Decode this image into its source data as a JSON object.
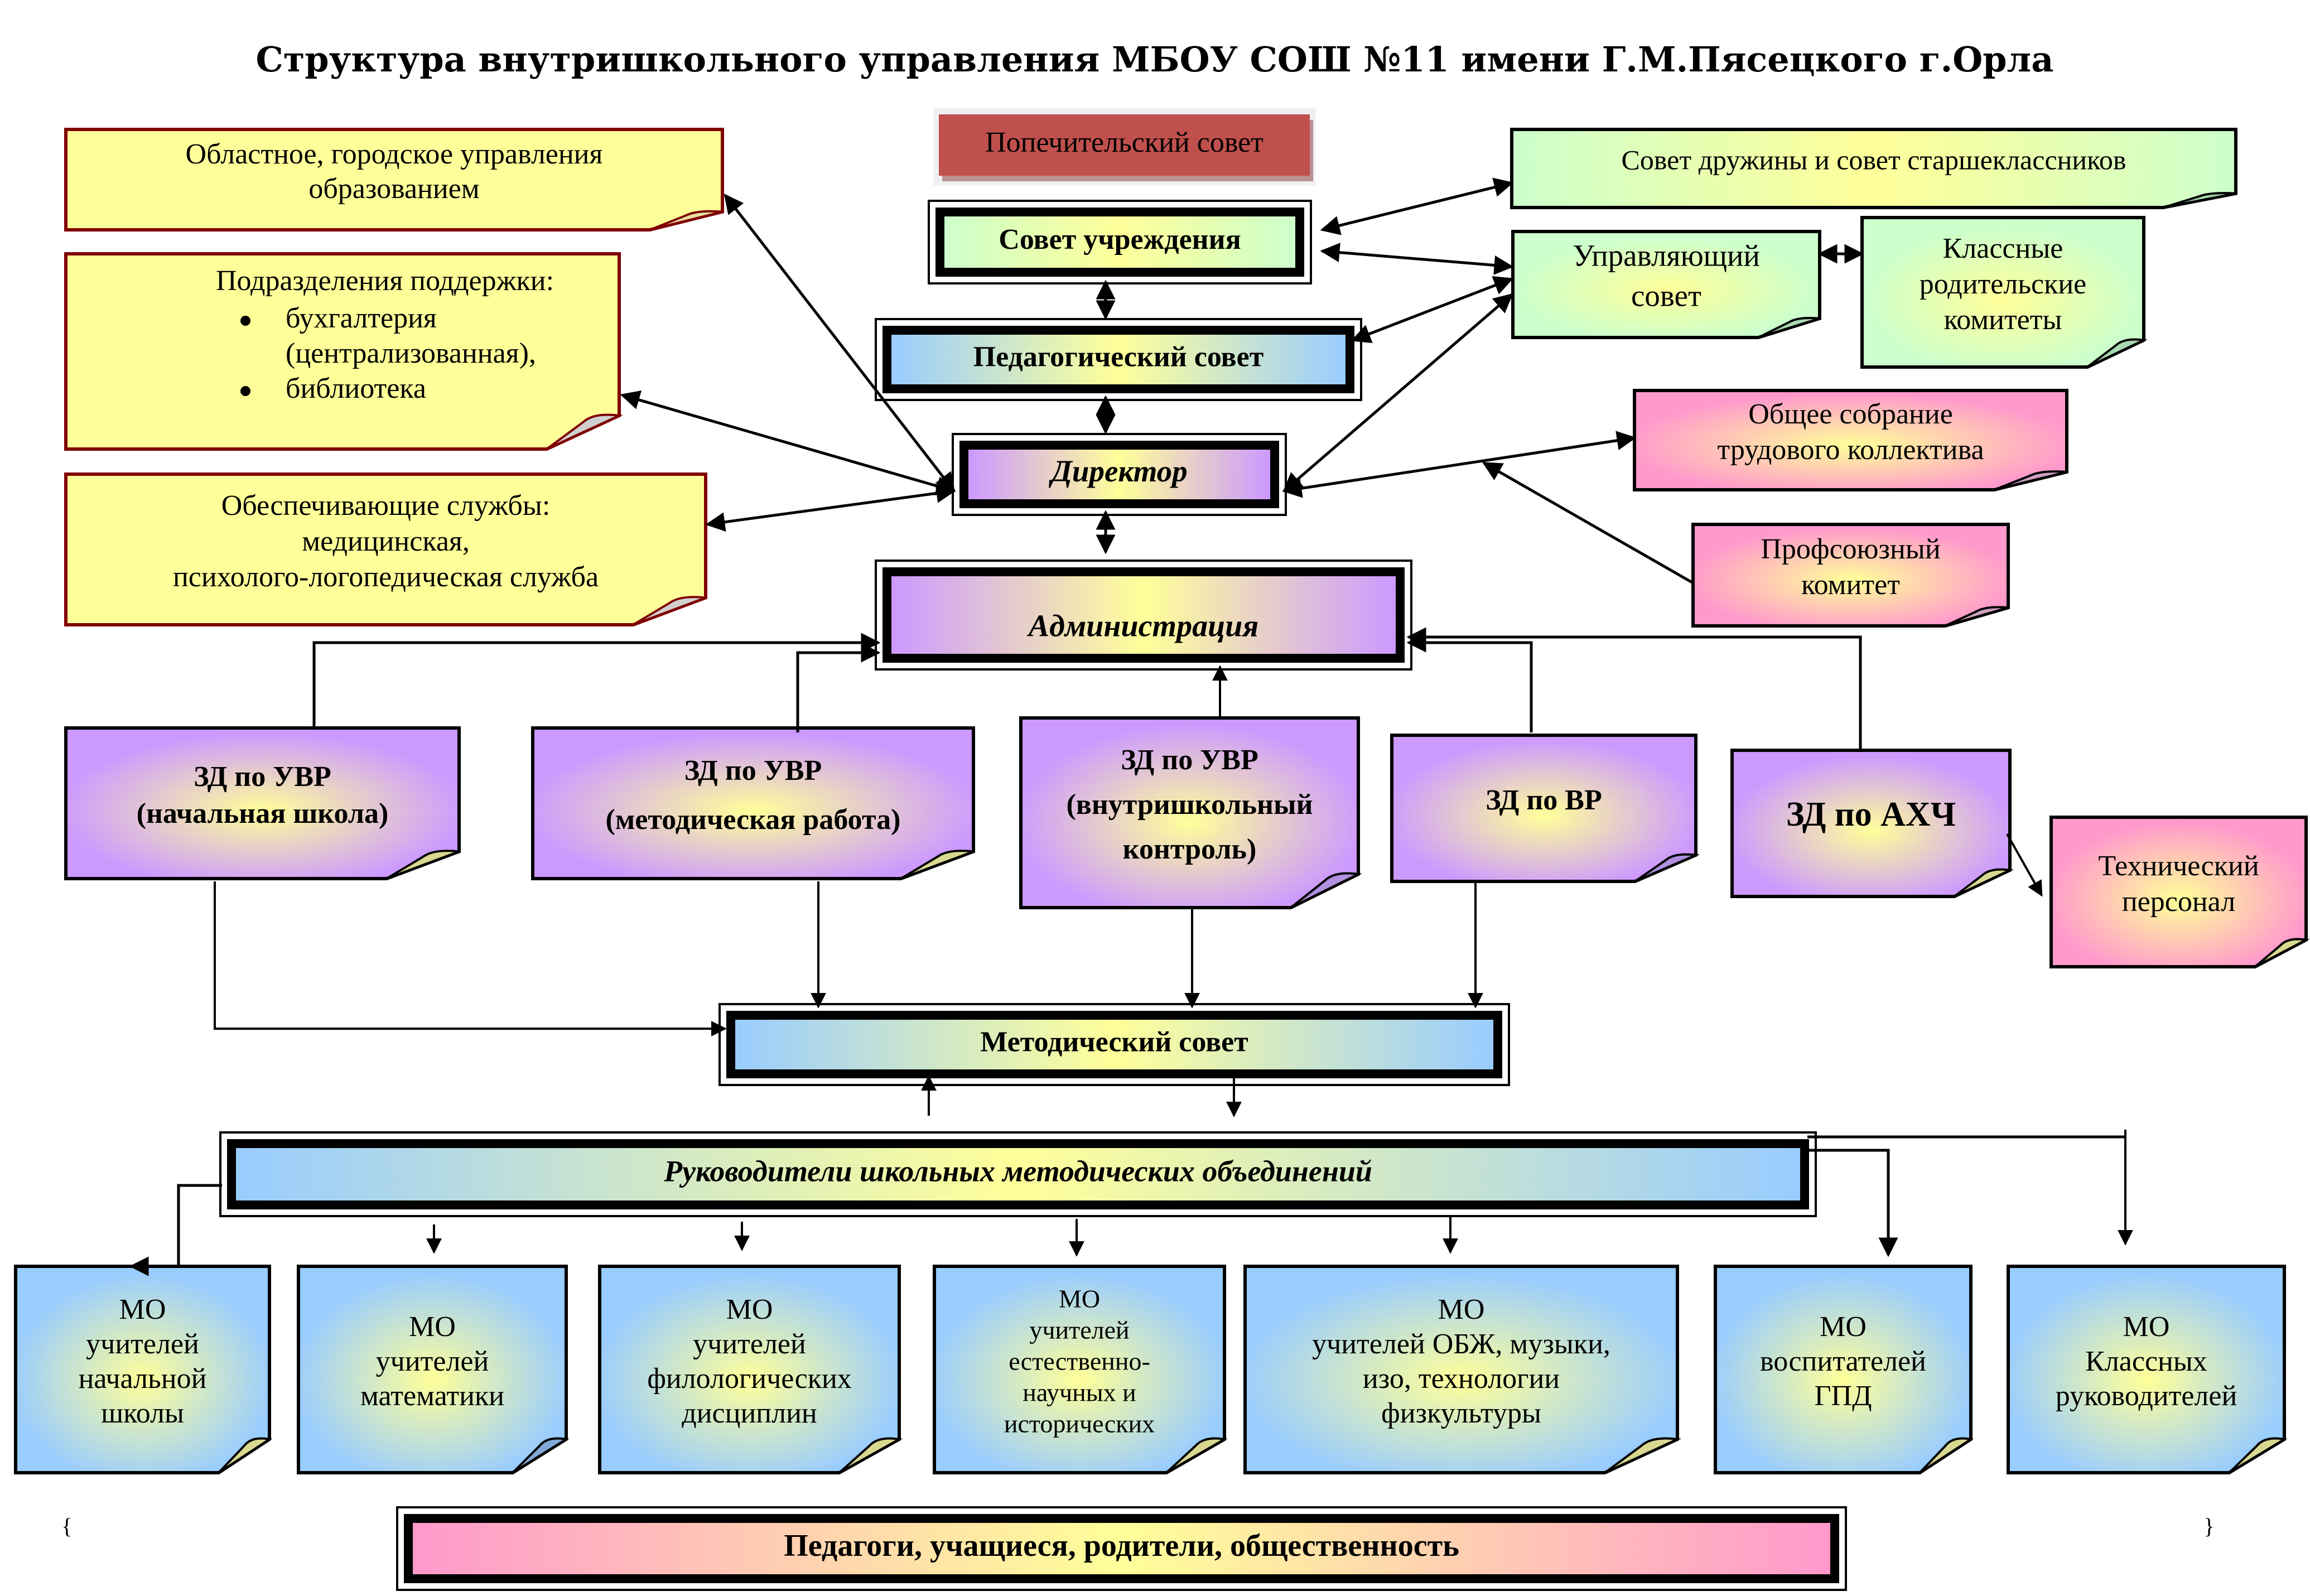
{
  "title": "Структура внутришкольного управления МБОУ СОШ №11 имени Г.М.Пясецкого г.Орла",
  "colors": {
    "yellow_note": "#ffff99",
    "yellow_border": "#7f0000",
    "green_note": "#ccffcc",
    "pink_note": "#ff99cc",
    "purple_note": "#cc99ff",
    "blue_note": "#99ccff",
    "center_glow": "#ffff99",
    "trustee_red": "#c0504d"
  },
  "nodes": {
    "regional_education": {
      "lines": [
        "Областное, городское управления",
        "образованием"
      ]
    },
    "support_units": {
      "heading": "Подразделения поддержки:",
      "bullets": [
        [
          "бухгалтерия",
          "(централизованная),"
        ],
        [
          "библиотека"
        ]
      ]
    },
    "service_units": {
      "lines": [
        "Обеспечивающие службы:",
        "медицинская,",
        "психолого-логопедическая служба"
      ]
    },
    "trustee_council": {
      "lines": [
        "Попечительский совет"
      ]
    },
    "institution_council": {
      "lines": [
        "Совет учреждения"
      ]
    },
    "pedagogical_council": {
      "lines": [
        "Педагогический совет"
      ]
    },
    "director": {
      "lines": [
        "Директор"
      ]
    },
    "administration": {
      "lines": [
        "Администрация"
      ]
    },
    "student_council": {
      "lines": [
        "Совет дружины и совет старшеклассников"
      ]
    },
    "governing_council": {
      "lines": [
        "Управляющий",
        "совет"
      ]
    },
    "parent_committees": {
      "lines": [
        "Классные",
        "родительские",
        "комитеты"
      ]
    },
    "general_assembly": {
      "lines": [
        "Общее собрание",
        "трудового коллектива"
      ]
    },
    "trade_union": {
      "lines": [
        "Профсоюзный",
        "комитет"
      ]
    },
    "deputy_primary": {
      "lines": [
        "ЗД по УВР",
        "(начальная школа)"
      ]
    },
    "deputy_methodical": {
      "lines": [
        "ЗД по УВР",
        "(методическая работа)"
      ]
    },
    "deputy_control": {
      "lines": [
        "ЗД по УВР",
        "(внутришкольный",
        "контроль)"
      ]
    },
    "deputy_upbringing": {
      "lines": [
        "ЗД по ВР"
      ]
    },
    "deputy_admin": {
      "lines": [
        "ЗД по АХЧ"
      ]
    },
    "technical_staff": {
      "lines": [
        "Технический",
        "персонал"
      ]
    },
    "methodical_council": {
      "lines": [
        "Методический совет"
      ]
    },
    "mo_heads": {
      "lines": [
        "Руководители школьных методических объединений"
      ]
    },
    "mo_primary": {
      "lines": [
        "МО",
        "учителей",
        "начальной",
        "школы"
      ]
    },
    "mo_math": {
      "lines": [
        "МО",
        "учителей",
        "математики"
      ]
    },
    "mo_philology": {
      "lines": [
        "МО",
        "учителей",
        "филологических",
        "дисциплин"
      ]
    },
    "mo_science": {
      "lines": [
        "МО",
        "учителей",
        "естественно-",
        "научных и",
        "исторических"
      ]
    },
    "mo_arts": {
      "lines": [
        "МО",
        "учителей ОБЖ, музыки,",
        "изо, технологии",
        "физкультуры"
      ]
    },
    "mo_gpd": {
      "lines": [
        "МО",
        "воспитателей",
        "ГПД"
      ]
    },
    "mo_class": {
      "lines": [
        "МО",
        "Классных",
        "руководителей"
      ]
    },
    "community": {
      "lines": [
        "Педагоги, учащиеся, родители, общественность"
      ]
    }
  },
  "margin_marks": {
    "left": "{",
    "right": "}"
  }
}
